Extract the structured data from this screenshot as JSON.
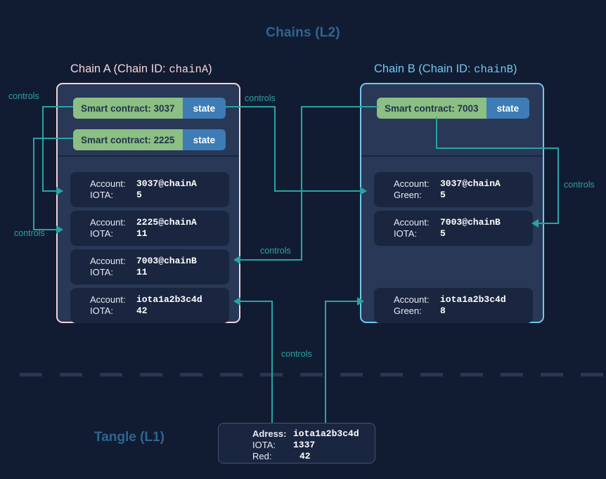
{
  "headings": {
    "l2_title": "Chains (L2)",
    "l1_title": "Tangle (L1)"
  },
  "chains": [
    {
      "id": "chainA",
      "title_prefix": "Chain A (Chain ID: ",
      "title_id": "chainA",
      "title_suffix": ")",
      "border_color": "#f7d4d9",
      "contracts": [
        {
          "label": "Smart contract: 3037",
          "state_label": "state"
        },
        {
          "label": "Smart contract: 2225",
          "state_label": "state"
        }
      ],
      "accounts": [
        {
          "key1": "Account:",
          "val1": "3037@chainA",
          "key2": "IOTA:",
          "val2": "5"
        },
        {
          "key1": "Account:",
          "val1": "2225@chainA",
          "key2": "IOTA:",
          "val2": "11"
        },
        {
          "key1": "Account:",
          "val1": "7003@chainB",
          "key2": "IOTA:",
          "val2": "11"
        },
        {
          "key1": "Account:",
          "val1": "iota1a2b3c4d",
          "key2": "IOTA:",
          "val2": "42"
        }
      ]
    },
    {
      "id": "chainB",
      "title_prefix": "Chain B (Chain ID: ",
      "title_id": "chainB",
      "title_suffix": ")",
      "border_color": "#72c7ee",
      "contracts": [
        {
          "label": "Smart contract: 7003",
          "state_label": "state"
        }
      ],
      "accounts": [
        {
          "key1": "Account:",
          "val1": "3037@chainA",
          "key2": "Green:",
          "val2": "5"
        },
        {
          "key1": "Account:",
          "val1": "7003@chainB",
          "key2": "IOTA:",
          "val2": "5"
        },
        {
          "key1": "Account:",
          "val1": "iota1a2b3c4d",
          "key2": "Green:",
          "val2": "8"
        }
      ]
    }
  ],
  "tangle": {
    "address_box": {
      "key1": "Adress:",
      "val1": "iota1a2b3c4d",
      "key2": "IOTA:",
      "val2": "1337",
      "key3": "Red:",
      "val3": "42"
    }
  },
  "connector_labels": {
    "left_top": "controls",
    "left_bottom": "controls",
    "middle_top": "controls",
    "middle_bottom": "controls",
    "right": "controls",
    "bottom": "controls"
  },
  "colors": {
    "background": "#111c33",
    "panel": "#283856",
    "card": "#1a2640",
    "connector": "#2aa3a3",
    "contract_green": "#8bbf83",
    "contract_blue": "#3d7cb5",
    "heading": "#2e6690",
    "chainA": "#f7d4d9",
    "chainB": "#72c7ee",
    "dash": "#2b3651"
  }
}
